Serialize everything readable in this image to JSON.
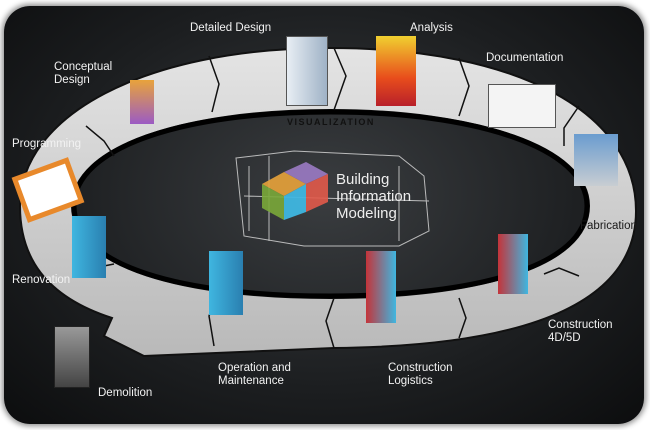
{
  "center": {
    "line1": "Building",
    "line2": "Information",
    "line3": "Modeling"
  },
  "ring_label": "VISUALIZATION",
  "stages": {
    "detailed_design": "Detailed Design",
    "analysis": "Analysis",
    "documentation": "Documentation",
    "conceptual_design_1": "Conceptual",
    "conceptual_design_2": "Design",
    "programming": "Programming",
    "fabrication": "Fabrication",
    "renovation": "Renovation",
    "construction_1": "Construction",
    "construction_2": "4D/5D",
    "operation_1": "Operation and",
    "operation_2": "Maintenance",
    "logistics_1": "Construction",
    "logistics_2": "Logistics",
    "demolition": "Demolition"
  },
  "colors": {
    "ring": "#cfcfcf",
    "background": "#1c1e20",
    "accent_orange": "#e8892b",
    "accent_blue": "#3fb6e0"
  }
}
